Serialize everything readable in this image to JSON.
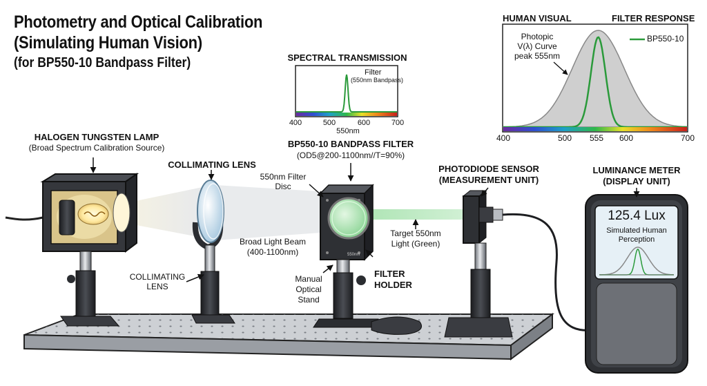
{
  "title": {
    "line1": "Photometry and Optical Calibration",
    "line2": "(Simulating Human Vision)",
    "line3": "(for BP550-10 Bandpass Filter)"
  },
  "lamp": {
    "title": "HALOGEN TUNGSTEN LAMP",
    "subtitle": "(Broad Spectrum Calibration Source)"
  },
  "collimating_lens": {
    "top_label": "COLLIMATING LENS",
    "side_label_1": "COLLIMATING",
    "side_label_2": "LENS"
  },
  "beam": {
    "broad_1": "Broad Light Beam",
    "broad_2": "(400-1100nm)",
    "target_1": "Target 550nm",
    "target_2": "Light (Green)"
  },
  "filter": {
    "title": "BP550-10 BANDPASS FILTER",
    "spec": "(OD5@200-1100nm//T=90%)",
    "disc_1": "550nm Filter",
    "disc_2": "Disc",
    "holder_1": "FILTER",
    "holder_2": "HOLDER",
    "stand_1": "Manual",
    "stand_2": "Optical",
    "stand_3": "Stand",
    "engraving": "550nm"
  },
  "photodiode": {
    "title_1": "PHOTODIODE SENSOR",
    "title_2": "(MEASUREMENT UNIT)"
  },
  "meter": {
    "title_1": "LUMINANCE METER",
    "title_2": "(DISPLAY UNIT)",
    "reading": "125.4 Lux",
    "caption_1": "Simulated Human",
    "caption_2": "Perception"
  },
  "spectral_inset": {
    "title": "SPECTRAL TRANSMISSION",
    "legend_1": "Filter",
    "legend_2": "(550nm Bandpass)",
    "ticks": [
      "400",
      "500",
      "600",
      "700"
    ],
    "xlabel": "550nm"
  },
  "chart_data": [
    {
      "type": "line",
      "title": "SPECTRAL TRANSMISSION",
      "xlabel": "550nm",
      "xlim": [
        400,
        700
      ],
      "x_ticks": [
        400,
        500,
        600,
        700
      ],
      "series": [
        {
          "name": "Filter (550nm Bandpass)",
          "center": 550,
          "fwhm": 10,
          "peak": 1.0,
          "color": "#2a9a3a"
        }
      ]
    },
    {
      "type": "line",
      "title_left": "HUMAN VISUAL",
      "title_right": "FILTER RESPONSE",
      "xlim": [
        400,
        700
      ],
      "x_ticks": [
        400,
        500,
        555,
        600,
        700
      ],
      "annotation": [
        "Photopic",
        "V(λ) Curve",
        "peak 555nm"
      ],
      "series": [
        {
          "name": "Photopic V(λ) Curve",
          "center": 555,
          "fwhm": 100,
          "peak": 1.0,
          "color": "#9a9a9a"
        },
        {
          "name": "BP550-10",
          "center": 555,
          "fwhm": 28,
          "peak": 0.93,
          "color": "#2a9a3a"
        }
      ]
    }
  ],
  "colors": {
    "green": "#2a9a3a",
    "table": "#c9ccd0",
    "hardware": "#2b2d31",
    "meter_screen": "#e6f0f6"
  }
}
